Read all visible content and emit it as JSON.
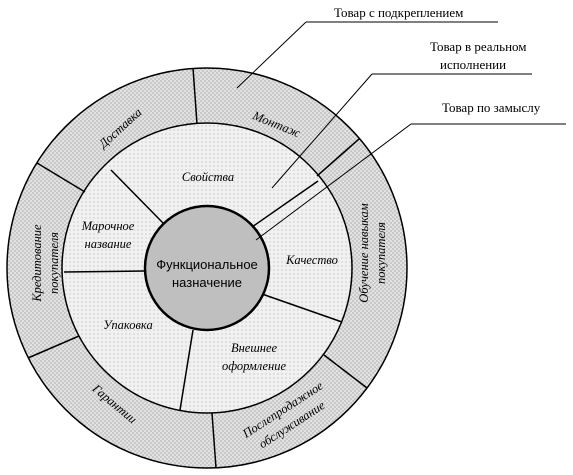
{
  "colors": {
    "outer_ring_fill": "#dcdcdc",
    "middle_ring_fill": "#ececec",
    "core_fill": "#bfbfbf",
    "line": "#000000",
    "background": "#ffffff"
  },
  "callouts": {
    "augmented": "Товар с подкреплением",
    "actual_line1": "Товар в реальном",
    "actual_line2": "исполнении",
    "core": "Товар по замыслу"
  },
  "core": {
    "line1": "Функциональное",
    "line2": "назначение"
  },
  "middle_ring": {
    "properties": "Свойства",
    "brand_line1": "Марочное",
    "brand_line2": "название",
    "quality": "Качество",
    "packaging": "Упаковка",
    "design_line1": "Внешнее",
    "design_line2": "оформление"
  },
  "outer_ring": {
    "delivery": "Доставка",
    "installation": "Монтаж",
    "credit_line1": "Кредитование",
    "credit_line2": "покупателя",
    "training_line1": "Обучение навыкам",
    "training_line2": "покупателя",
    "warranty": "Гарантии",
    "after_sales_line1": "Послепродажное",
    "after_sales_line2": "обслуживание"
  }
}
